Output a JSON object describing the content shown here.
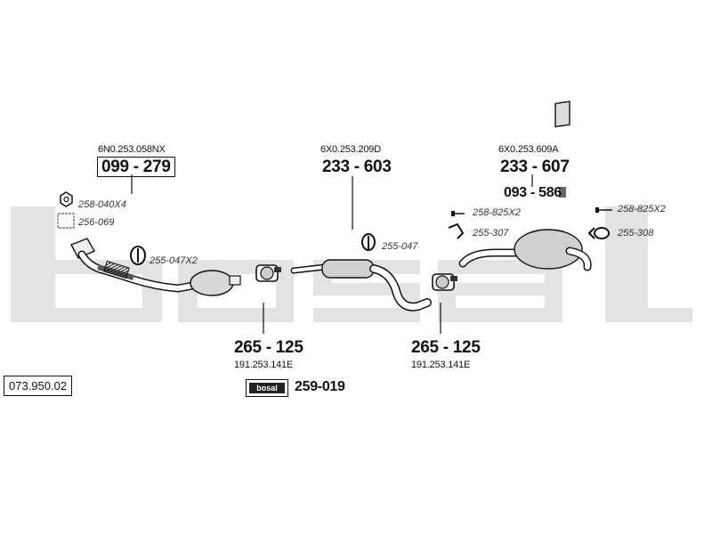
{
  "reference_code": "073.950.02",
  "logo_text": "bosal",
  "oe_numbers": {
    "front_pipe": "6N0.253.058NX",
    "middle_silencer": "6X0.253.209D",
    "rear_silencer": "6X0.253.609A",
    "clamp_left": "191.253.141E",
    "clamp_right": "191.253.141E"
  },
  "part_numbers": {
    "front_pipe": "099 - 279",
    "middle_silencer": "233 - 603",
    "rear_silencer": "233 - 607",
    "mounting_kit": "093 - 586",
    "clamp_left": "265 - 125",
    "clamp_right": "265 - 125",
    "assembly_paste": "259-019"
  },
  "accessories": {
    "nut": "258-040X4",
    "gasket": "256-069",
    "rubber_front": "255-047X2",
    "rubber_middle": "255-047",
    "bolt_left": "258-825X2",
    "bracket_left": "255-307",
    "bolt_right": "258-825X2",
    "bracket_right": "255-308"
  }
}
